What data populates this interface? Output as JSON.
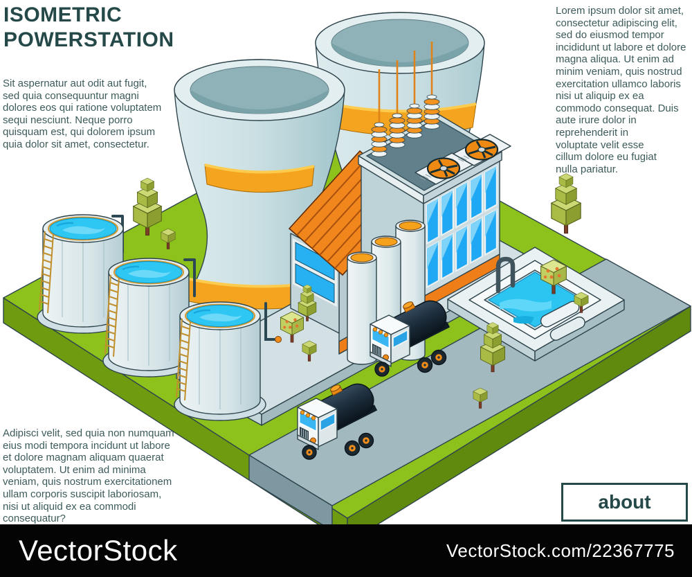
{
  "title": "ISOMETRIC\nPOWERSTATION",
  "paragraphs": {
    "top_left": "Sit aspernatur aut odit aut fugit,\nsed quia consequuntur magni\ndolores eos qui ratione voluptatem\nsequi nesciunt. Neque porro\nquisquam est, qui dolorem ipsum\nquia dolor sit amet, consectetur.",
    "top_right": "Lorem ipsum dolor sit amet,\nconsectetur adipiscing elit,\nsed do eiusmod tempor\nincididunt ut labore et dolore\nmagna aliqua. Ut enim ad\nminim veniam, quis nostrud\nexercitation ullamco laboris\nnisi ut aliquip ex ea\ncommodo consequat. Duis\naute irure dolor in\nreprehenderit in\nvoluptate velit esse\ncillum dolore eu fugiat\nnulla pariatur.",
    "bottom_left": "Adipisci velit, sed quia non numquam\neius modi tempora incidunt ut labore\net dolore magnam aliquam quaerat\nvoluptatem. Ut enim ad minima\nveniam, quis nostrum exercitationem\nullam corporis suscipit laboriosam,\nnisi ut aliquid ex ea commodi\nconsequatur?"
  },
  "button": {
    "label": "about"
  },
  "watermark": {
    "brand": "VectorStock",
    "url": "VectorStock.com/22367775"
  },
  "illustration": {
    "alt": "Isometric power station: two cooling towers, factory building, three water tanks, cooling pool, trees and two tanker trucks on a road",
    "colors": {
      "grass_green": "#8cc21b",
      "accent_orange": "#f4a41e",
      "water_cyan": "#2ec6f3",
      "window_blue": "#1fa8f3",
      "ink": "#254948"
    }
  }
}
